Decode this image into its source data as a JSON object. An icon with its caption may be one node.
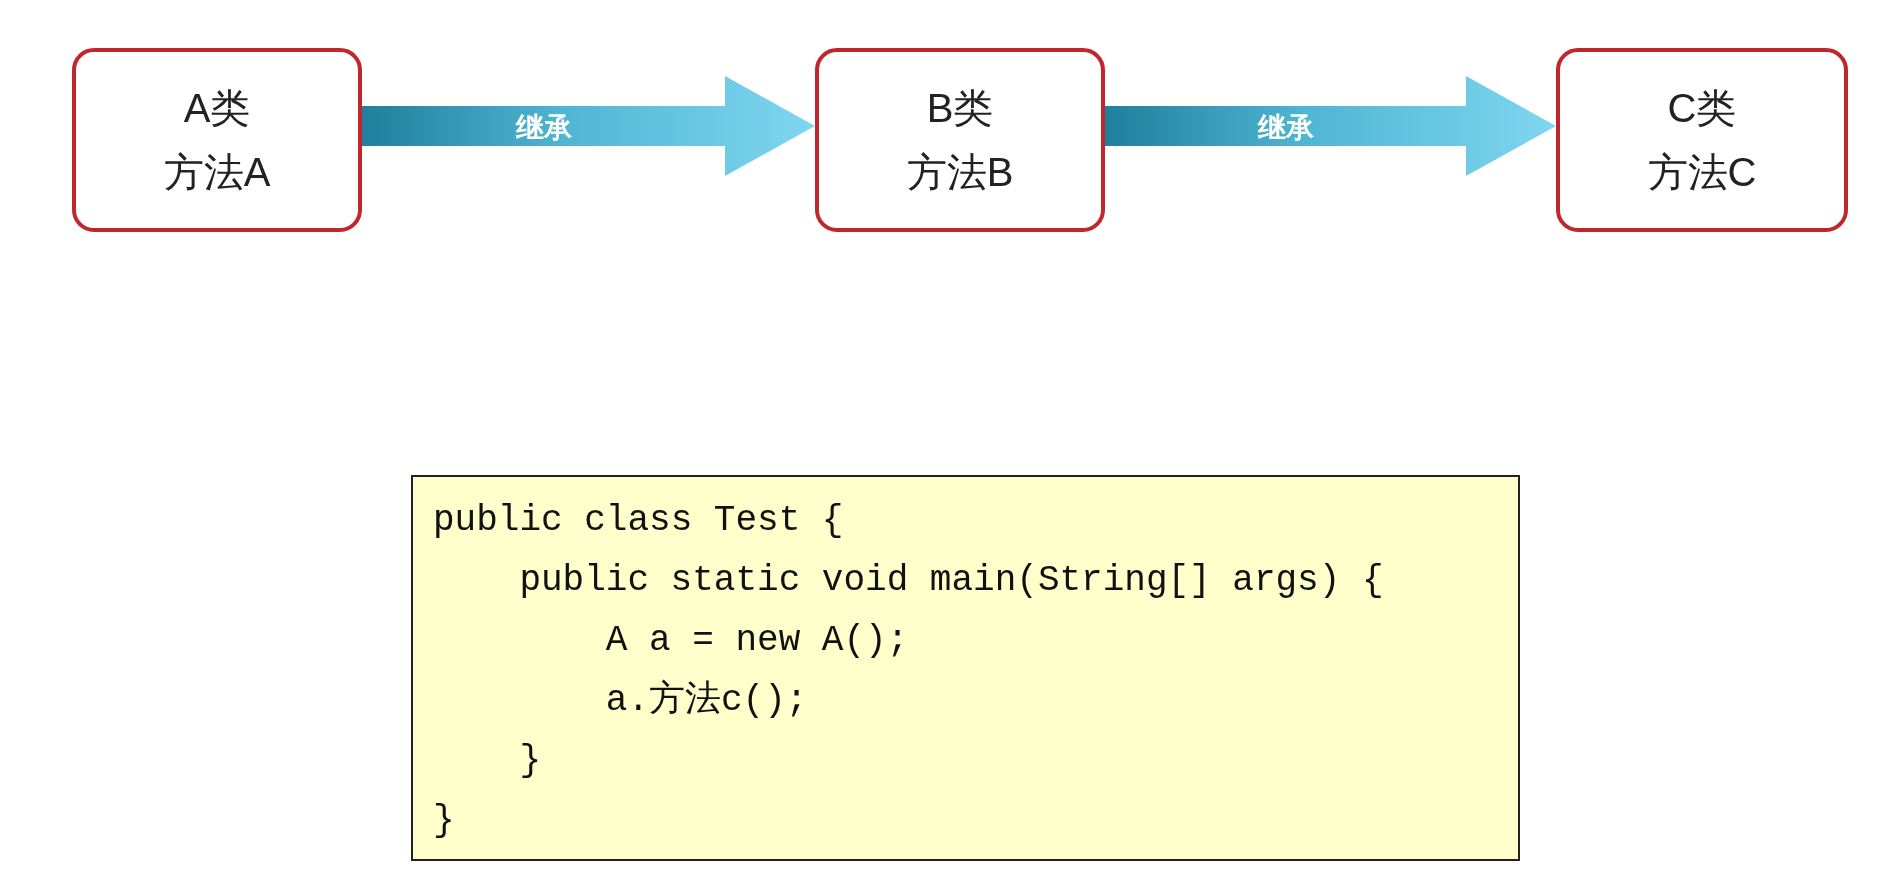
{
  "diagram": {
    "nodes": [
      {
        "text": [
          "A类",
          "方法A"
        ]
      },
      {
        "text": [
          "B类",
          "方法B"
        ]
      },
      {
        "text": [
          "C类",
          "方法C"
        ]
      },
      {
        "text": [
          "public class Test {",
          "public static void main(String[] args) {",
          "A a = new A();",
          "a.方法c();",
          "}",
          "}"
        ]
      }
    ],
    "edges": [
      {
        "from": 0,
        "to": 1,
        "arrow": "to",
        "label": "继承",
        "style": "thick"
      },
      {
        "from": 1,
        "to": 2,
        "arrow": "to",
        "label": "继承",
        "style": "thick"
      }
    ]
  }
}
